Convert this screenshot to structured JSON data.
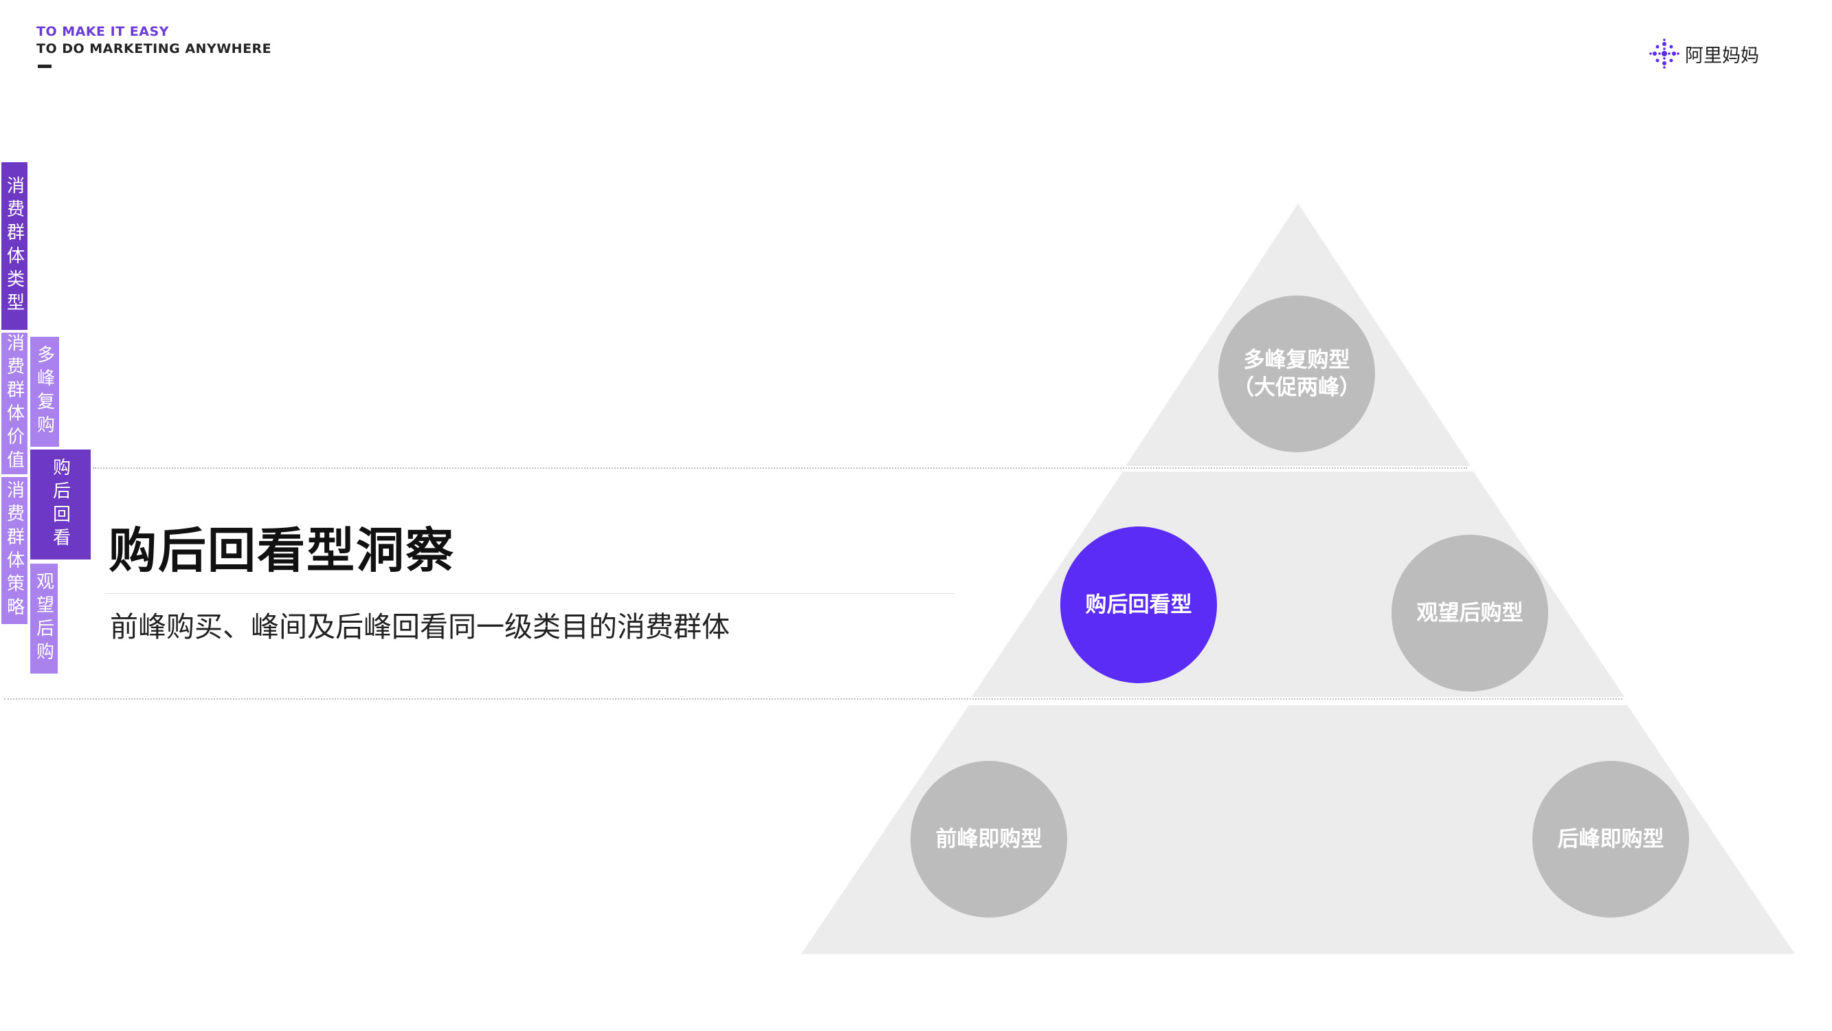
{
  "header": {
    "tagline_line1": "TO MAKE IT EASY",
    "tagline_line2": "TO DO MARKETING ANYWHERE",
    "brand_name": "阿里妈妈",
    "brand_color": "#5b2cf5"
  },
  "side_nav": {
    "tabs": [
      {
        "label": "消费群体类型",
        "active": true
      },
      {
        "label": "消费群体价值",
        "active": false
      },
      {
        "label": "消费群体策略",
        "active": false
      }
    ],
    "sub_tabs": [
      {
        "label": "多峰复购",
        "active": false
      },
      {
        "label": "购后回看",
        "active": true
      },
      {
        "label": "观望后购",
        "active": false
      }
    ]
  },
  "main": {
    "title": "购后回看型洞察",
    "subtitle": "前峰购买、峰间及后峰回看同一级类目的消费群体"
  },
  "pyramid": {
    "top": {
      "line1": "多峰复购型",
      "line2": "（大促两峰）"
    },
    "middle_left": "购后回看型",
    "middle_right": "观望后购型",
    "bottom_left": "前峰即购型",
    "bottom_right": "后峰即购型"
  },
  "colors": {
    "accent_dark": "#6d38c3",
    "accent_light": "#a982ee",
    "active_circle": "#5b2cf5",
    "inactive_circle": "#bcbcbc",
    "pyramid_fill": "#ececec"
  }
}
